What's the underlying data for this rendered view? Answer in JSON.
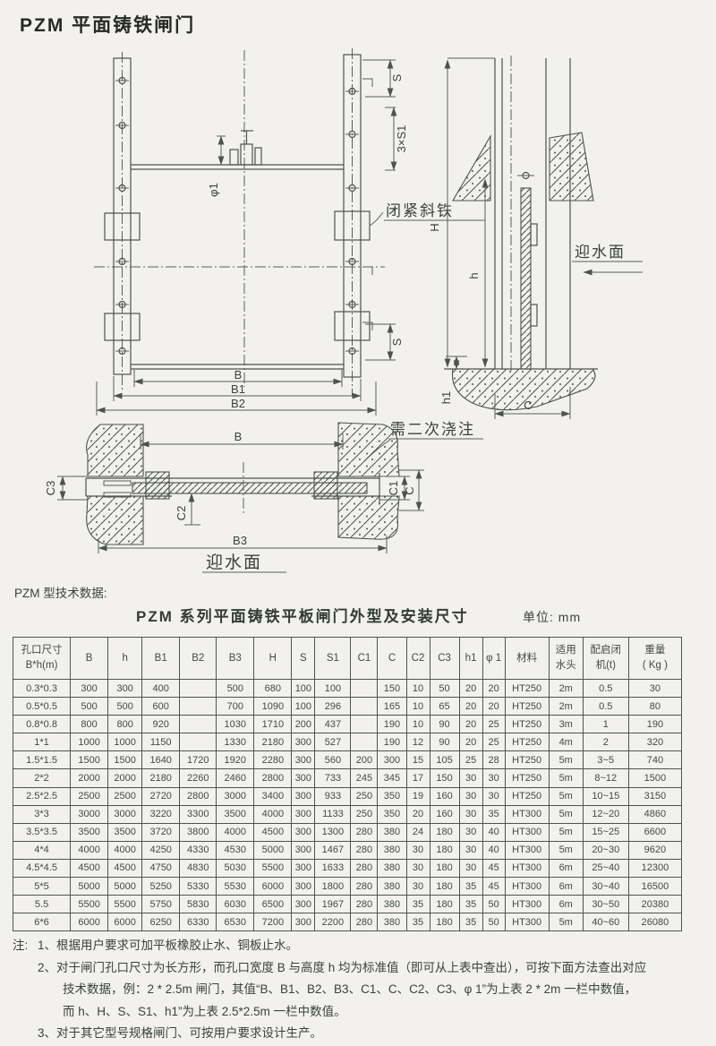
{
  "page": {
    "title": "PZM 平面铸铁闸门"
  },
  "drawings": {
    "front": {
      "phi1": "φ1",
      "s_top": "S",
      "s1_span": "3×S1",
      "s_bottom": "S",
      "wedge_label": "闭紧斜铁",
      "dim_b": "B",
      "dim_b1": "B1",
      "dim_b2": "B2"
    },
    "side": {
      "dim_H": "H",
      "dim_h": "h",
      "dim_h1": "h1",
      "dim_c": "C",
      "facing_label": "迎水面"
    },
    "plan": {
      "grout_label": "需二次浇注",
      "dim_b": "B",
      "dim_b3": "B3",
      "dim_c1": "C1",
      "dim_c2": "C2",
      "dim_c3": "C3",
      "dim_c": "C",
      "facing_label": "迎水面"
    }
  },
  "section": {
    "data_label": "PZM 型技术数据:",
    "table_title": "PZM 系列平面铸铁平板闸门外型及安装尺寸",
    "unit": "单位: mm"
  },
  "table": {
    "headers": [
      "孔口尺寸\nB*h(m)",
      "B",
      "h",
      "B1",
      "B2",
      "B3",
      "H",
      "S",
      "S1",
      "C1",
      "C",
      "C2",
      "C3",
      "h1",
      "φ 1",
      "材料",
      "适用\n水头",
      "配启闭\n机(t)",
      "重量\n( Kg )"
    ],
    "rows": [
      [
        "0.3*0.3",
        "300",
        "300",
        "400",
        "",
        "500",
        "680",
        "100",
        "100",
        "",
        "150",
        "10",
        "50",
        "20",
        "20",
        "HT250",
        "2m",
        "0.5",
        "30"
      ],
      [
        "0.5*0.5",
        "500",
        "500",
        "600",
        "",
        "700",
        "1090",
        "100",
        "296",
        "",
        "165",
        "10",
        "65",
        "20",
        "20",
        "HT250",
        "2m",
        "0.5",
        "80"
      ],
      [
        "0.8*0.8",
        "800",
        "800",
        "920",
        "",
        "1030",
        "1710",
        "200",
        "437",
        "",
        "190",
        "10",
        "90",
        "20",
        "25",
        "HT250",
        "3m",
        "1",
        "190"
      ],
      [
        "1*1",
        "1000",
        "1000",
        "1150",
        "",
        "1330",
        "2180",
        "300",
        "527",
        "",
        "190",
        "12",
        "90",
        "20",
        "25",
        "HT250",
        "4m",
        "2",
        "320"
      ],
      [
        "1.5*1.5",
        "1500",
        "1500",
        "1640",
        "1720",
        "1920",
        "2280",
        "300",
        "560",
        "200",
        "300",
        "15",
        "105",
        "25",
        "28",
        "HT250",
        "5m",
        "3~5",
        "740"
      ],
      [
        "2*2",
        "2000",
        "2000",
        "2180",
        "2260",
        "2460",
        "2800",
        "300",
        "733",
        "245",
        "345",
        "17",
        "150",
        "30",
        "30",
        "HT250",
        "5m",
        "8~12",
        "1500"
      ],
      [
        "2.5*2.5",
        "2500",
        "2500",
        "2720",
        "2800",
        "3000",
        "3400",
        "300",
        "933",
        "250",
        "350",
        "19",
        "160",
        "30",
        "30",
        "HT250",
        "5m",
        "10~15",
        "3150"
      ],
      [
        "3*3",
        "3000",
        "3000",
        "3220",
        "3300",
        "3500",
        "4000",
        "300",
        "1133",
        "250",
        "350",
        "20",
        "160",
        "30",
        "35",
        "HT300",
        "5m",
        "12~20",
        "4860"
      ],
      [
        "3.5*3.5",
        "3500",
        "3500",
        "3720",
        "3800",
        "4000",
        "4500",
        "300",
        "1300",
        "280",
        "380",
        "24",
        "180",
        "30",
        "40",
        "HT300",
        "5m",
        "15~25",
        "6600"
      ],
      [
        "4*4",
        "4000",
        "4000",
        "4250",
        "4330",
        "4530",
        "5000",
        "300",
        "1467",
        "280",
        "380",
        "30",
        "180",
        "30",
        "40",
        "HT300",
        "5m",
        "20~30",
        "9620"
      ],
      [
        "4.5*4.5",
        "4500",
        "4500",
        "4750",
        "4830",
        "5030",
        "5500",
        "300",
        "1633",
        "280",
        "380",
        "30",
        "180",
        "30",
        "45",
        "HT300",
        "6m",
        "25~40",
        "12300"
      ],
      [
        "5*5",
        "5000",
        "5000",
        "5250",
        "5330",
        "5530",
        "6000",
        "300",
        "1800",
        "280",
        "380",
        "30",
        "180",
        "35",
        "45",
        "HT300",
        "6m",
        "30~40",
        "16500"
      ],
      [
        "5.5",
        "5500",
        "5500",
        "5750",
        "5830",
        "6030",
        "6500",
        "300",
        "1967",
        "280",
        "380",
        "35",
        "180",
        "35",
        "50",
        "HT300",
        "6m",
        "30~50",
        "20380"
      ],
      [
        "6*6",
        "6000",
        "6000",
        "6250",
        "6330",
        "6530",
        "7200",
        "300",
        "2200",
        "280",
        "380",
        "35",
        "180",
        "35",
        "50",
        "HT300",
        "5m",
        "40~60",
        "26080"
      ]
    ]
  },
  "notes": {
    "prefix": "注:",
    "lines": [
      {
        "indent": 0,
        "text": "1、根据用户要求可加平板橡胶止水、铜板止水。"
      },
      {
        "indent": 0,
        "text": "2、对于闸门孔口尺寸为长方形，而孔口宽度 B 与高度 h 均为标准值（即可从上表中查出），可按下面方法查出对应"
      },
      {
        "indent": 1,
        "text": "技术数据，例：2 * 2.5m 闸门，其值“B、B1、B2、B3、C1、C、C2、C3、φ 1”为上表 2 * 2m 一栏中数值，"
      },
      {
        "indent": 1,
        "text": "而 h、H、S、S1、h1”为上表 2.5*2.5m 一栏中数值。"
      },
      {
        "indent": 0,
        "text": "3、对于其它型号规格闸门、可按用户要求设计生产。"
      }
    ]
  }
}
